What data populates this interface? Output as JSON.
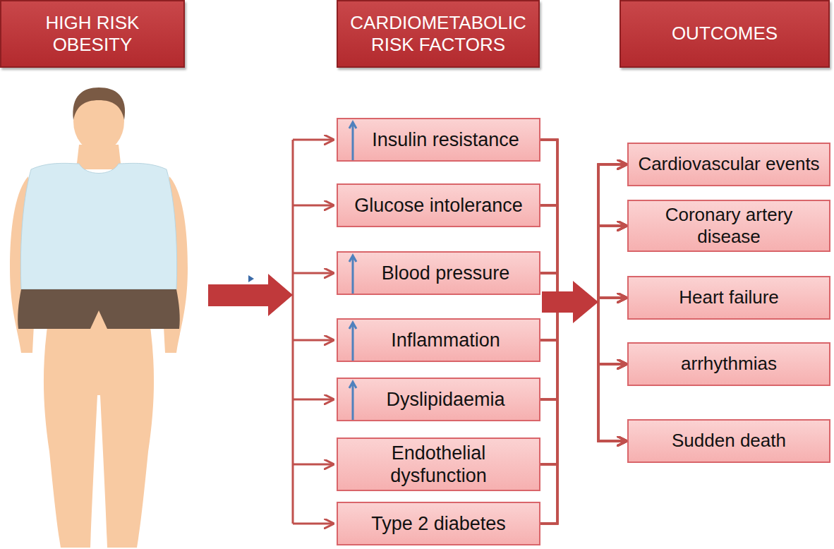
{
  "diagram": {
    "nodes": [
      {
        "text": [
          "HIGH RISK OBESITY"
        ]
      },
      {
        "text": [
          "CARDIOMETABOLIC RISK FACTORS"
        ]
      },
      {
        "text": [
          "OUTCOMES"
        ]
      },
      {
        "text": [
          "Insulin resistance"
        ]
      },
      {
        "text": [
          "Glucose intolerance"
        ]
      },
      {
        "text": [
          "Blood pressure"
        ]
      },
      {
        "text": [
          "Inflammation"
        ]
      },
      {
        "text": [
          "Dyslipidaemia"
        ]
      },
      {
        "text": [
          "Endothelial dysfunction"
        ]
      },
      {
        "text": [
          "Type 2 diabetes"
        ]
      },
      {
        "text": [
          "Cardiovascular events"
        ]
      },
      {
        "text": [
          "Coronary artery disease"
        ]
      },
      {
        "text": [
          "Heart failure"
        ]
      },
      {
        "text": [
          "arrhythmias"
        ]
      },
      {
        "text": [
          "Sudden death"
        ]
      }
    ],
    "edges": [
      {
        "from": 3,
        "to": 10,
        "arrow": "to"
      },
      {
        "from": 3,
        "to": 11,
        "arrow": "to"
      },
      {
        "from": 3,
        "to": 12,
        "arrow": "to"
      },
      {
        "from": 3,
        "to": 13,
        "arrow": "to"
      },
      {
        "from": 3,
        "to": 14,
        "arrow": "to"
      },
      {
        "from": 4,
        "to": 10,
        "arrow": "to"
      },
      {
        "from": 4,
        "to": 11,
        "arrow": "to"
      },
      {
        "from": 4,
        "to": 12,
        "arrow": "to"
      },
      {
        "from": 4,
        "to": 13,
        "arrow": "to"
      },
      {
        "from": 4,
        "to": 14,
        "arrow": "to"
      },
      {
        "from": 5,
        "to": 10,
        "arrow": "to"
      },
      {
        "from": 5,
        "to": 11,
        "arrow": "to"
      },
      {
        "from": 5,
        "to": 12,
        "arrow": "to"
      },
      {
        "from": 5,
        "to": 13,
        "arrow": "to"
      },
      {
        "from": 5,
        "to": 14,
        "arrow": "to"
      },
      {
        "from": 6,
        "to": 10,
        "arrow": "to"
      },
      {
        "from": 6,
        "to": 11,
        "arrow": "to"
      },
      {
        "from": 6,
        "to": 12,
        "arrow": "to"
      },
      {
        "from": 6,
        "to": 13,
        "arrow": "to"
      },
      {
        "from": 6,
        "to": 14,
        "arrow": "to"
      },
      {
        "from": 7,
        "to": 10,
        "arrow": "to"
      },
      {
        "from": 7,
        "to": 11,
        "arrow": "to"
      },
      {
        "from": 7,
        "to": 12,
        "arrow": "to"
      },
      {
        "from": 7,
        "to": 13,
        "arrow": "to"
      },
      {
        "from": 7,
        "to": 14,
        "arrow": "to"
      },
      {
        "from": 8,
        "to": 10,
        "arrow": "to"
      },
      {
        "from": 8,
        "to": 11,
        "arrow": "to"
      },
      {
        "from": 8,
        "to": 12,
        "arrow": "to"
      },
      {
        "from": 8,
        "to": 13,
        "arrow": "to"
      },
      {
        "from": 8,
        "to": 14,
        "arrow": "to"
      },
      {
        "from": 9,
        "to": 10,
        "arrow": "to"
      },
      {
        "from": 9,
        "to": 11,
        "arrow": "to"
      },
      {
        "from": 9,
        "to": 12,
        "arrow": "to"
      },
      {
        "from": 9,
        "to": 13,
        "arrow": "to"
      },
      {
        "from": 9,
        "to": 14,
        "arrow": "to"
      }
    ]
  }
}
